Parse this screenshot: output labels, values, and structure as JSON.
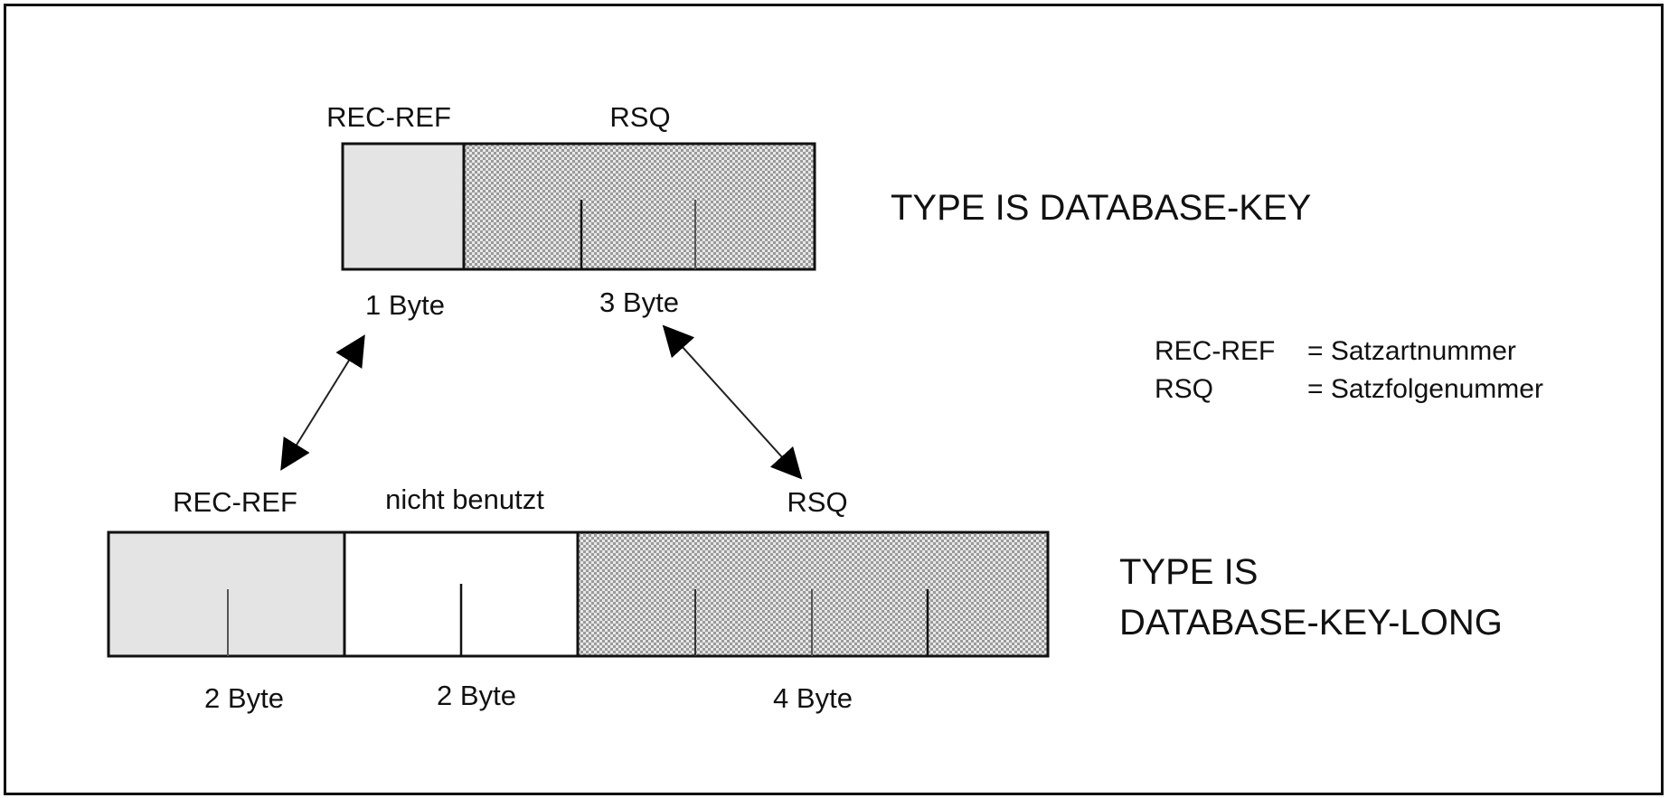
{
  "diagram": {
    "formats": [
      {
        "id": "database-key",
        "title_lines": [
          "TYPE IS DATABASE-KEY"
        ],
        "fields": [
          {
            "name": "REC-REF",
            "size_label": "1 Byte",
            "bytes": 1,
            "fill": "light-gray"
          },
          {
            "name": "RSQ",
            "size_label": "3 Byte",
            "bytes": 3,
            "fill": "dotted-gray"
          }
        ]
      },
      {
        "id": "database-key-long",
        "title_lines": [
          "TYPE IS",
          "DATABASE-KEY-LONG"
        ],
        "fields": [
          {
            "name": "REC-REF",
            "size_label": "2 Byte",
            "bytes": 2,
            "fill": "light-gray"
          },
          {
            "name": "nicht benutzt",
            "size_label": "2 Byte",
            "bytes": 2,
            "fill": "white"
          },
          {
            "name": "RSQ",
            "size_label": "4 Byte",
            "bytes": 4,
            "fill": "dotted-gray"
          }
        ]
      }
    ],
    "legend": [
      {
        "term": "REC-REF",
        "definition": "= Satzartnummer"
      },
      {
        "term": "RSQ",
        "definition": "= Satzfolgenummer"
      }
    ],
    "connections": [
      {
        "from": "database-key.REC-REF",
        "to": "database-key-long.REC-REF",
        "type": "double-arrow"
      },
      {
        "from": "database-key.RSQ",
        "to": "database-key-long.RSQ",
        "type": "double-arrow"
      }
    ],
    "colors": {
      "light_gray": "#e4e4e4",
      "dotted_gray": "#b8b8b8",
      "line": "#111111"
    }
  }
}
